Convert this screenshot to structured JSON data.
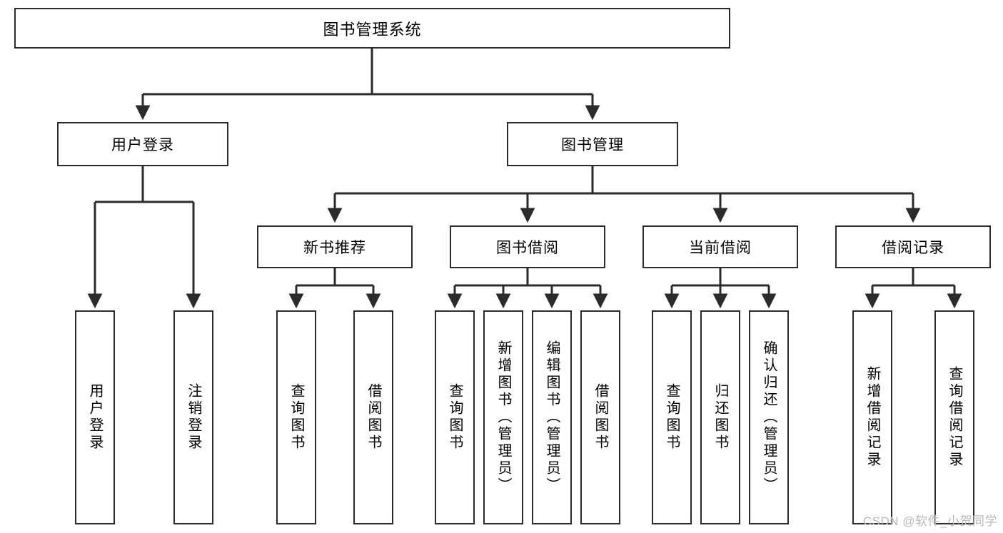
{
  "diagram": {
    "title": "图书管理系统",
    "type": "tree",
    "root": {
      "label": "图书管理系统"
    },
    "level2": [
      {
        "label": "用户登录"
      },
      {
        "label": "图书管理"
      }
    ],
    "level3": [
      {
        "label": "新书推荐"
      },
      {
        "label": "图书借阅"
      },
      {
        "label": "当前借阅"
      },
      {
        "label": "借阅记录"
      }
    ],
    "leaves": {
      "user_login": [
        {
          "label": "用户登录"
        },
        {
          "label": "注销登录"
        }
      ],
      "new_book_recommend": [
        {
          "label": "查询图书"
        },
        {
          "label": "借阅图书"
        }
      ],
      "book_borrow": [
        {
          "label": "查询图书"
        },
        {
          "label": "新增图书（管理员）"
        },
        {
          "label": "编辑图书（管理员）"
        },
        {
          "label": "借阅图书"
        }
      ],
      "current_borrow": [
        {
          "label": "查询图书"
        },
        {
          "label": "归还图书"
        },
        {
          "label": "确认归还（管理员）"
        }
      ],
      "borrow_record": [
        {
          "label": "新增借阅记录"
        },
        {
          "label": "查询借阅记录"
        }
      ]
    },
    "colors": {
      "stroke": "#2b2b2b",
      "fill": "#ffffff",
      "text": "#000000",
      "watermark": "#b9b9b9"
    }
  },
  "watermark": {
    "text": "CSDN @软件_小贺同学"
  }
}
